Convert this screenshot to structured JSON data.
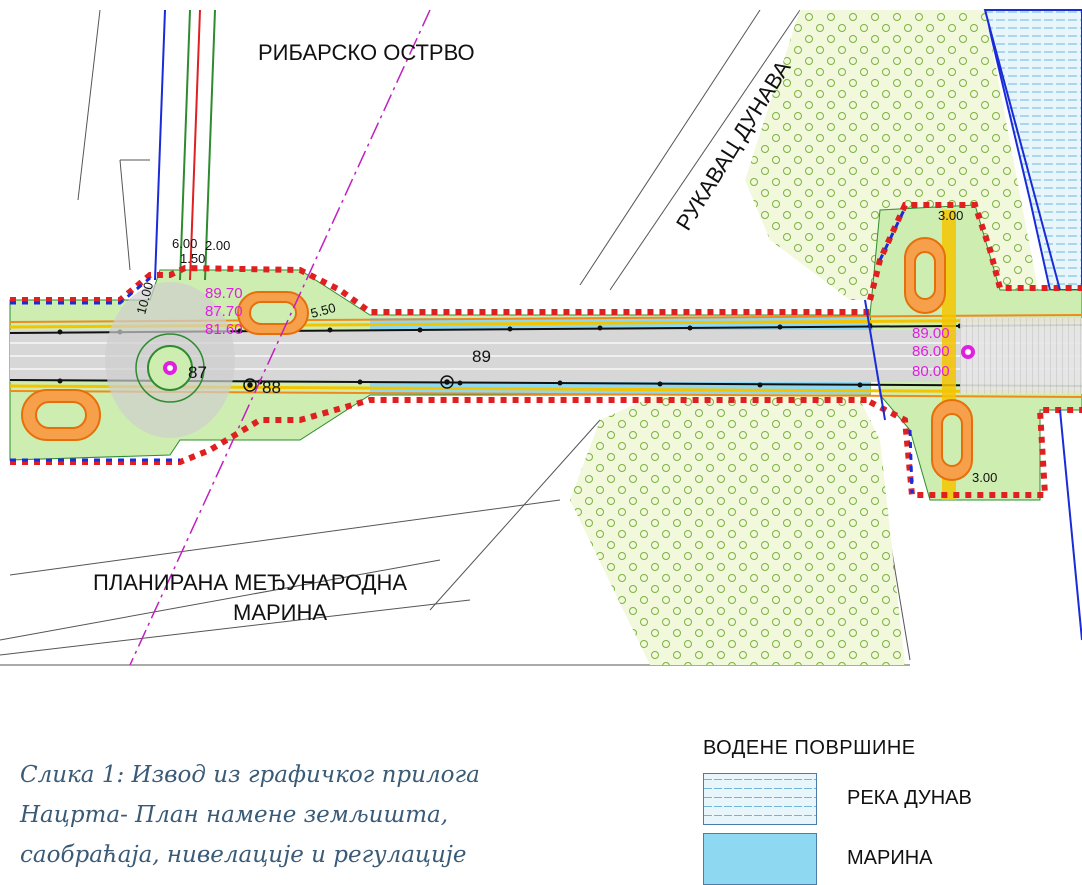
{
  "map": {
    "labels": {
      "island": "РИБАРСКО ОСТРВО",
      "channel": "РУКАВАЦ ДУНАВА",
      "marina_line1": "ПЛАНИРАНА МЕЂУНАРОДНА",
      "marina_line2": "МАРИНА"
    },
    "dimensions": {
      "w1": "6.00",
      "w2": "2.00",
      "w3": "1.50",
      "w4": "3.00",
      "w5": "3.00",
      "w6": "5.50",
      "w7": "10.00"
    },
    "elevations_left": [
      "89.70",
      "87.70",
      "81.60"
    ],
    "elevations_right": [
      "89.00",
      "86.00",
      "80.00"
    ],
    "stations": [
      "87",
      "88",
      "89"
    ]
  },
  "caption": {
    "line1": "Слика 1: Извод из графичког прилога",
    "line2": "Нацрта- План намене земљишта,",
    "line3": "саобраћаја, нивелације и регулације"
  },
  "legend": {
    "title": "ВОДЕНЕ ПОВРШИНЕ",
    "items": [
      {
        "label": "РЕКА ДУНАВ"
      },
      {
        "label": "МАРИНА"
      }
    ]
  },
  "colors": {
    "green_zone": "#cdeeb0",
    "road_asphalt": "#d9d9d9",
    "marina_blue": "#8fd8f2",
    "boundary_red": "#e02020",
    "boundary_blue": "#1a2bd8",
    "elevation_magenta": "#e020e0",
    "sidewalk_yellow": "#f5c400",
    "sidewalk_orange": "#f08a1c"
  }
}
